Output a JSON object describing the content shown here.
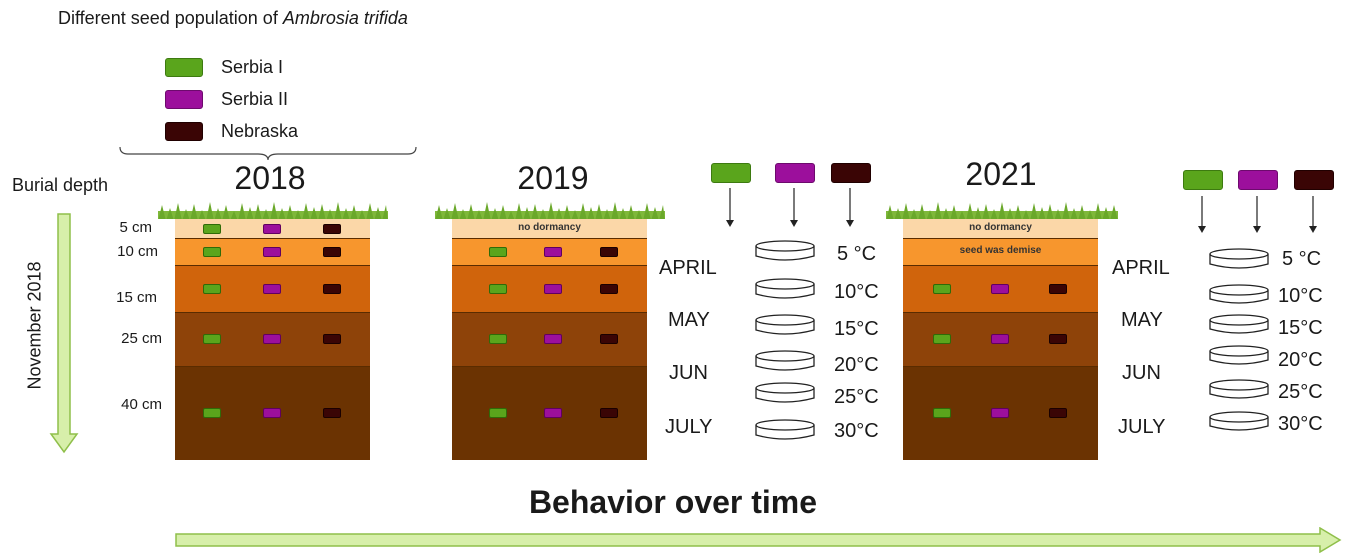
{
  "title": {
    "prefix": "Different seed population of ",
    "species": "Ambrosia trifida"
  },
  "legend": [
    {
      "label": "Serbia I",
      "color": "#5aa51c"
    },
    {
      "label": "Serbia II",
      "color": "#9c0f9c"
    },
    {
      "label": "Nebraska",
      "color": "#3a0505"
    }
  ],
  "axis": {
    "burial_depth": "Burial depth",
    "november": "November 2018",
    "behavior": "Behavior over time"
  },
  "years": {
    "y2018": "2018",
    "y2019": "2019",
    "y2021": "2021"
  },
  "depths": [
    "5 cm",
    "10 cm",
    "15 cm",
    "25 cm",
    "40 cm"
  ],
  "notes": {
    "no_dormancy": "no dormancy",
    "seed_demise": "seed was demise"
  },
  "months": [
    "APRIL",
    "MAY",
    "JUN",
    "JULY"
  ],
  "temps_a": [
    "5 °C",
    "10°C",
    "15°C",
    "20°C",
    "25°C",
    "30°C"
  ],
  "temps_b": [
    "5 °C",
    "10°C",
    "15°C",
    "20°C",
    "25°C",
    "30°C"
  ],
  "colors": {
    "layer1": "#fbd7a8",
    "layer2": "#f7962d",
    "layer3": "#d0640c",
    "layer4": "#8e4309",
    "layer5": "#6b3302",
    "grass": "#7fb83a",
    "arrow_fill": "#d7efaa",
    "arrow_stroke": "#8fbf4a"
  }
}
